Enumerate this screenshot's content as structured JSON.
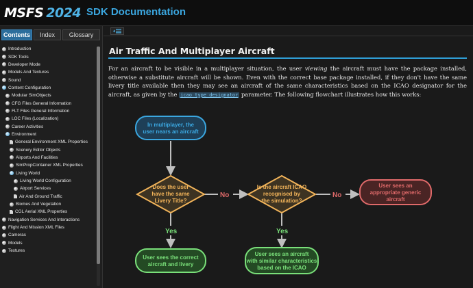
{
  "header": {
    "logo_brand": "MSFS",
    "logo_year": "2024",
    "title": "SDK Documentation"
  },
  "sidebar": {
    "tabs": [
      {
        "label": "Contents",
        "active": true
      },
      {
        "label": "Index",
        "active": false
      },
      {
        "label": "Glossary",
        "active": false
      }
    ],
    "items": [
      {
        "label": "Introduction",
        "level": 0,
        "icon": "bullet"
      },
      {
        "label": "SDK Tools",
        "level": 0,
        "icon": "bullet"
      },
      {
        "label": "Developer Mode",
        "level": 0,
        "icon": "bullet"
      },
      {
        "label": "Models And Textures",
        "level": 0,
        "icon": "bullet"
      },
      {
        "label": "Sound",
        "level": 0,
        "icon": "bullet"
      },
      {
        "label": "Content Configuration",
        "level": 0,
        "icon": "bullet-open"
      },
      {
        "label": "Modular SimObjects",
        "level": 1,
        "icon": "bullet"
      },
      {
        "label": "CFG Files General Information",
        "level": 1,
        "icon": "bullet"
      },
      {
        "label": "FLT Files General Information",
        "level": 1,
        "icon": "bullet"
      },
      {
        "label": "LOC Files (Localization)",
        "level": 1,
        "icon": "bullet"
      },
      {
        "label": "Career Activities",
        "level": 1,
        "icon": "bullet"
      },
      {
        "label": "Environment",
        "level": 1,
        "icon": "bullet-open"
      },
      {
        "label": "General Environment XML Properties",
        "level": 2,
        "icon": "doc"
      },
      {
        "label": "Scenery Editor Objects",
        "level": 2,
        "icon": "bullet"
      },
      {
        "label": "Airports And Facilities",
        "level": 2,
        "icon": "bullet"
      },
      {
        "label": "SimPropContainer XML Properties",
        "level": 2,
        "icon": "bullet"
      },
      {
        "label": "Living World",
        "level": 2,
        "icon": "bullet-open"
      },
      {
        "label": "Living World Configuration",
        "level": 3,
        "icon": "bullet"
      },
      {
        "label": "Airport Services",
        "level": 3,
        "icon": "bullet"
      },
      {
        "label": "Air And Ground Traffic",
        "level": 3,
        "icon": "doc"
      },
      {
        "label": "Biomes And Vegetation",
        "level": 2,
        "icon": "bullet"
      },
      {
        "label": "CGL Aerial XML Properties",
        "level": 2,
        "icon": "doc"
      },
      {
        "label": "Navigation Services And Interactions",
        "level": 0,
        "icon": "bullet"
      },
      {
        "label": "Flight And Mission XML Files",
        "level": 0,
        "icon": "bullet"
      },
      {
        "label": "Cameras",
        "level": 0,
        "icon": "bullet"
      },
      {
        "label": "Models",
        "level": 0,
        "icon": "bullet"
      },
      {
        "label": "Textures",
        "level": 0,
        "icon": "bullet"
      }
    ]
  },
  "main": {
    "title": "Air Traffic And Multiplayer Aircraft",
    "para_1": "For an aircraft to be visible in a multiplayer situation, the user ",
    "para_em": "viewing",
    "para_2": " the aircraft must have the package installed, otherwise a substitute aircraft will be shown. Even with the correct base package installed, if they don't have the same livery title available then they may see an aircraft of the same characteristics based on the ICAO designator for the aircraft, as given by the ",
    "para_code": "icao_type_designator",
    "para_3": " parameter. The following flowchart illustrates how this works:"
  },
  "flowchart": {
    "start": [
      "In multiplayer, the",
      "user nears an aircraft"
    ],
    "decision_1": [
      "Does the user",
      "have the same",
      "Livery Title?"
    ],
    "decision_2": [
      "Is the aircraft ICAO",
      "recognised by",
      "the simulation?"
    ],
    "result_generic": [
      "User sees an",
      "appropriate generic",
      "aircraft"
    ],
    "result_correct": [
      "User sees the correct",
      "aircraft and livery"
    ],
    "result_similar": [
      "User sees an aircraft",
      "with similar characteristics",
      "based on the ICAO"
    ],
    "label_no_1": "No",
    "label_no_2": "No",
    "label_yes_1": "Yes",
    "label_yes_2": "Yes",
    "colors": {
      "start": "#3ba7e0",
      "decision": "#f2b45a",
      "no": "#e06a6a",
      "yes": "#7ae07a"
    }
  }
}
